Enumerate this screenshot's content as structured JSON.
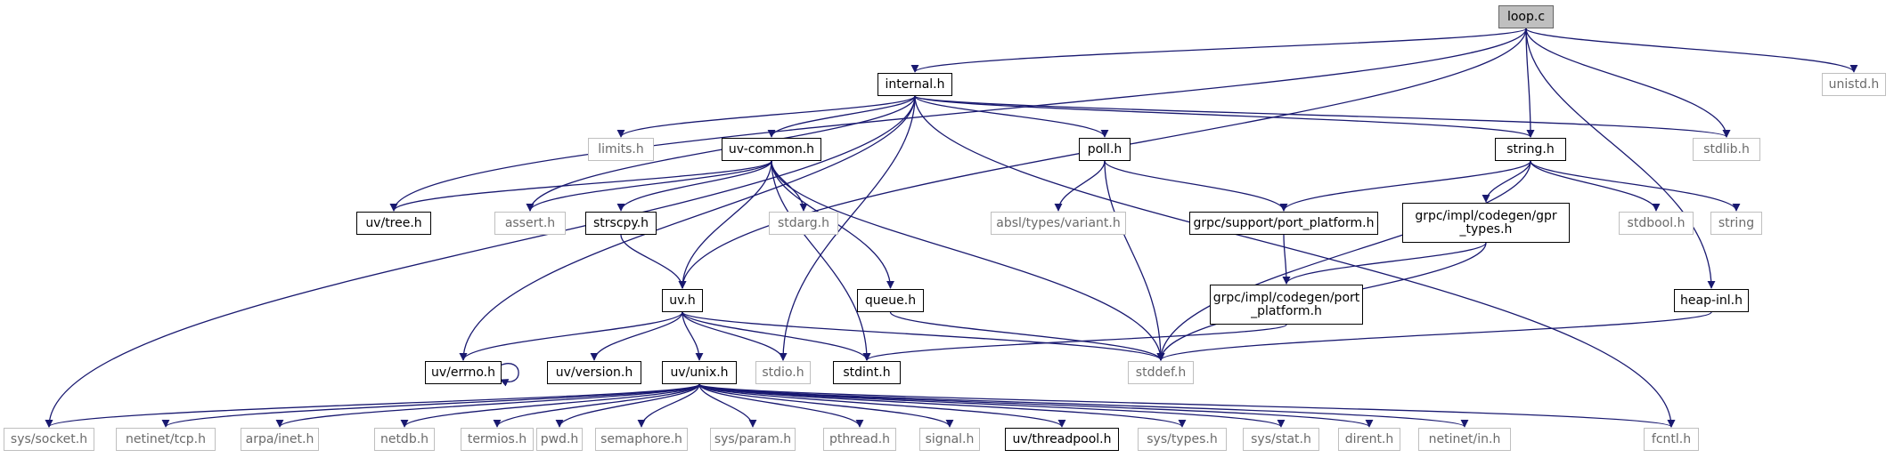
{
  "title": "loop.c",
  "colors": {
    "edge": "#191970",
    "documented_border": "#000000",
    "system_border": "#bfbfbf",
    "root_fill": "#bfbfbf",
    "system_text": "#6b6b6b"
  },
  "nodes": [
    {
      "id": "loop_c",
      "label": "loop.c",
      "kind": "root"
    },
    {
      "id": "internal_h",
      "label": "internal.h",
      "kind": "doc"
    },
    {
      "id": "unistd_h",
      "label": "unistd.h",
      "kind": "sys"
    },
    {
      "id": "limits_h",
      "label": "limits.h",
      "kind": "sys"
    },
    {
      "id": "uv_common_h",
      "label": "uv-common.h",
      "kind": "doc"
    },
    {
      "id": "poll_h",
      "label": "poll.h",
      "kind": "doc"
    },
    {
      "id": "string_h",
      "label": "string.h",
      "kind": "doc"
    },
    {
      "id": "stdlib_h",
      "label": "stdlib.h",
      "kind": "sys"
    },
    {
      "id": "uv_tree_h",
      "label": "uv/tree.h",
      "kind": "doc"
    },
    {
      "id": "assert_h",
      "label": "assert.h",
      "kind": "sys"
    },
    {
      "id": "strscpy_h",
      "label": "strscpy.h",
      "kind": "doc"
    },
    {
      "id": "stdarg_h",
      "label": "stdarg.h",
      "kind": "sys"
    },
    {
      "id": "absl_variant_h",
      "label": "absl/types/variant.h",
      "kind": "sys"
    },
    {
      "id": "grpc_support_pp_h",
      "label": "grpc/support/port_platform.h",
      "kind": "doc"
    },
    {
      "id": "grpc_gpr_types_h",
      "label": "grpc/impl/codegen/gpr_types.h",
      "lines": [
        "grpc/impl/codegen/gpr",
        "_types.h"
      ],
      "kind": "doc"
    },
    {
      "id": "stdbool_h",
      "label": "stdbool.h",
      "kind": "sys"
    },
    {
      "id": "string",
      "label": "string",
      "kind": "sys"
    },
    {
      "id": "uv_h",
      "label": "uv.h",
      "kind": "doc"
    },
    {
      "id": "queue_h",
      "label": "queue.h",
      "kind": "doc"
    },
    {
      "id": "grpc_codegen_pp_h",
      "label": "grpc/impl/codegen/port_platform.h",
      "lines": [
        "grpc/impl/codegen/port",
        "_platform.h"
      ],
      "kind": "doc"
    },
    {
      "id": "heap_inl_h",
      "label": "heap-inl.h",
      "kind": "doc"
    },
    {
      "id": "uv_errno_h",
      "label": "uv/errno.h",
      "kind": "doc"
    },
    {
      "id": "uv_version_h",
      "label": "uv/version.h",
      "kind": "doc"
    },
    {
      "id": "uv_unix_h",
      "label": "uv/unix.h",
      "kind": "doc"
    },
    {
      "id": "stdio_h",
      "label": "stdio.h",
      "kind": "sys"
    },
    {
      "id": "stdint_h",
      "label": "stdint.h",
      "kind": "doc"
    },
    {
      "id": "stddef_h",
      "label": "stddef.h",
      "kind": "sys"
    },
    {
      "id": "sys_socket_h",
      "label": "sys/socket.h",
      "kind": "sys"
    },
    {
      "id": "netinet_tcp_h",
      "label": "netinet/tcp.h",
      "kind": "sys"
    },
    {
      "id": "arpa_inet_h",
      "label": "arpa/inet.h",
      "kind": "sys"
    },
    {
      "id": "netdb_h",
      "label": "netdb.h",
      "kind": "sys"
    },
    {
      "id": "termios_h",
      "label": "termios.h",
      "kind": "sys"
    },
    {
      "id": "pwd_h",
      "label": "pwd.h",
      "kind": "sys"
    },
    {
      "id": "semaphore_h",
      "label": "semaphore.h",
      "kind": "sys"
    },
    {
      "id": "sys_param_h",
      "label": "sys/param.h",
      "kind": "sys"
    },
    {
      "id": "pthread_h",
      "label": "pthread.h",
      "kind": "sys"
    },
    {
      "id": "signal_h",
      "label": "signal.h",
      "kind": "sys"
    },
    {
      "id": "uv_threadpool_h",
      "label": "uv/threadpool.h",
      "kind": "doc"
    },
    {
      "id": "sys_types_h",
      "label": "sys/types.h",
      "kind": "sys"
    },
    {
      "id": "sys_stat_h",
      "label": "sys/stat.h",
      "kind": "sys"
    },
    {
      "id": "dirent_h",
      "label": "dirent.h",
      "kind": "sys"
    },
    {
      "id": "netinet_in_h",
      "label": "netinet/in.h",
      "kind": "sys"
    },
    {
      "id": "fcntl_h",
      "label": "fcntl.h",
      "kind": "sys"
    }
  ],
  "edges": [
    [
      "loop_c",
      "internal_h"
    ],
    [
      "loop_c",
      "unistd_h"
    ],
    [
      "loop_c",
      "stdlib_h"
    ],
    [
      "loop_c",
      "string_h"
    ],
    [
      "loop_c",
      "uv_tree_h"
    ],
    [
      "loop_c",
      "uv_h"
    ],
    [
      "loop_c",
      "heap_inl_h"
    ],
    [
      "internal_h",
      "limits_h"
    ],
    [
      "internal_h",
      "uv_common_h"
    ],
    [
      "internal_h",
      "poll_h"
    ],
    [
      "internal_h",
      "string_h"
    ],
    [
      "internal_h",
      "stdlib_h"
    ],
    [
      "internal_h",
      "assert_h"
    ],
    [
      "internal_h",
      "uv_errno_h"
    ],
    [
      "internal_h",
      "stdio_h"
    ],
    [
      "internal_h",
      "sys_socket_h"
    ],
    [
      "internal_h",
      "fcntl_h"
    ],
    [
      "uv_common_h",
      "uv_tree_h"
    ],
    [
      "uv_common_h",
      "assert_h"
    ],
    [
      "uv_common_h",
      "strscpy_h"
    ],
    [
      "uv_common_h",
      "stdarg_h"
    ],
    [
      "uv_common_h",
      "queue_h"
    ],
    [
      "uv_common_h",
      "uv_h"
    ],
    [
      "uv_common_h",
      "stdint_h"
    ],
    [
      "uv_common_h",
      "stddef_h"
    ],
    [
      "poll_h",
      "absl_variant_h"
    ],
    [
      "poll_h",
      "grpc_support_pp_h"
    ],
    [
      "poll_h",
      "stddef_h"
    ],
    [
      "string_h",
      "grpc_support_pp_h"
    ],
    [
      "string_h",
      "grpc_gpr_types_h"
    ],
    [
      "string_h",
      "stdbool_h"
    ],
    [
      "string_h",
      "string"
    ],
    [
      "string_h",
      "stddef_h"
    ],
    [
      "strscpy_h",
      "uv_h"
    ],
    [
      "grpc_support_pp_h",
      "grpc_codegen_pp_h"
    ],
    [
      "grpc_gpr_types_h",
      "grpc_codegen_pp_h"
    ],
    [
      "grpc_gpr_types_h",
      "stddef_h"
    ],
    [
      "grpc_codegen_pp_h",
      "stdint_h"
    ],
    [
      "queue_h",
      "stddef_h"
    ],
    [
      "heap_inl_h",
      "stddef_h"
    ],
    [
      "uv_h",
      "uv_errno_h"
    ],
    [
      "uv_h",
      "uv_version_h"
    ],
    [
      "uv_h",
      "uv_unix_h"
    ],
    [
      "uv_h",
      "stdio_h"
    ],
    [
      "uv_h",
      "stdint_h"
    ],
    [
      "uv_h",
      "stddef_h"
    ],
    [
      "uv_errno_h",
      "uv_errno_h"
    ],
    [
      "uv_unix_h",
      "sys_socket_h"
    ],
    [
      "uv_unix_h",
      "netinet_tcp_h"
    ],
    [
      "uv_unix_h",
      "arpa_inet_h"
    ],
    [
      "uv_unix_h",
      "netdb_h"
    ],
    [
      "uv_unix_h",
      "termios_h"
    ],
    [
      "uv_unix_h",
      "pwd_h"
    ],
    [
      "uv_unix_h",
      "semaphore_h"
    ],
    [
      "uv_unix_h",
      "sys_param_h"
    ],
    [
      "uv_unix_h",
      "pthread_h"
    ],
    [
      "uv_unix_h",
      "signal_h"
    ],
    [
      "uv_unix_h",
      "uv_threadpool_h"
    ],
    [
      "uv_unix_h",
      "sys_types_h"
    ],
    [
      "uv_unix_h",
      "sys_stat_h"
    ],
    [
      "uv_unix_h",
      "dirent_h"
    ],
    [
      "uv_unix_h",
      "netinet_in_h"
    ],
    [
      "uv_unix_h",
      "fcntl_h"
    ]
  ]
}
